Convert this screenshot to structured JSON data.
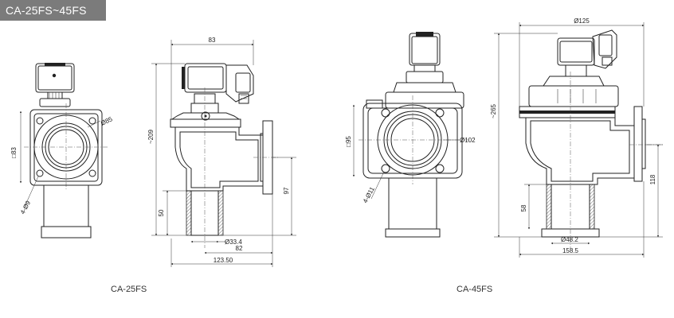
{
  "header": {
    "title": "CA-25FS~45FS"
  },
  "models": {
    "left": {
      "caption": "CA-25FS"
    },
    "right": {
      "caption": "CA-45FS"
    }
  },
  "dimensions": {
    "ca25": {
      "square": "□83",
      "bolt_circle": "Ø85",
      "holes": "4-Ø9",
      "width_top": "83",
      "height_total": "~209",
      "outlet_len": "50",
      "pipe_dia": "Ø33.4",
      "outlet_h": "97",
      "offset": "82",
      "overall_w": "123.50"
    },
    "ca45": {
      "square": "□95",
      "bolt_circle": "Ø102",
      "holes": "4-Ø11",
      "width_top": "Ø125",
      "height_total": "~265",
      "outlet_len": "58",
      "pipe_dia": "Ø48.2",
      "outlet_h": "118",
      "overall_w": "158.5"
    }
  }
}
